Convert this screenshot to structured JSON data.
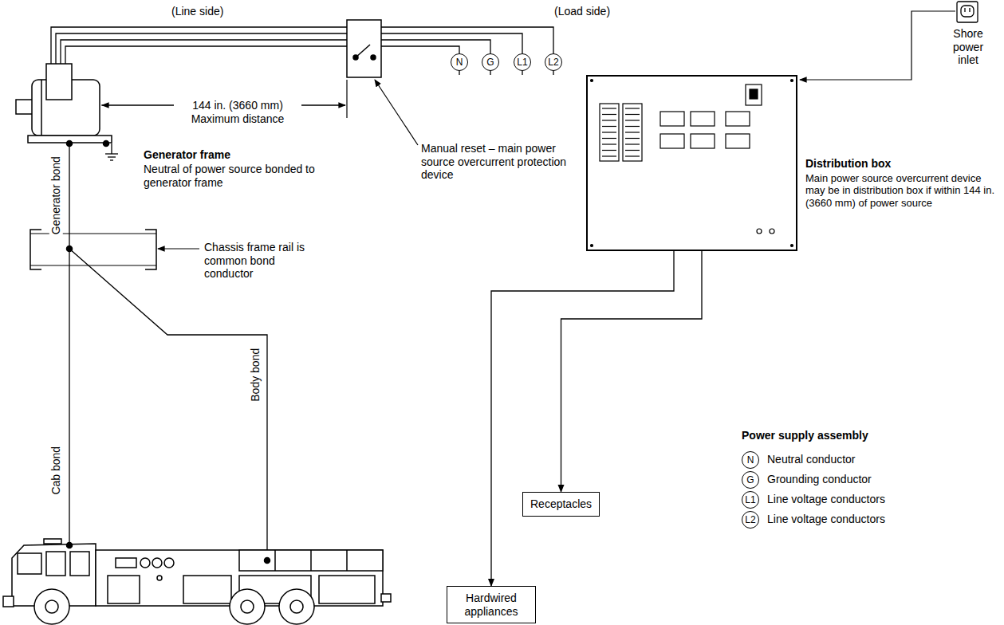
{
  "diagram": {
    "nodes": [
      {
        "text": [
          "N"
        ]
      },
      {
        "text": [
          "G"
        ]
      },
      {
        "text": [
          "L1"
        ]
      },
      {
        "text": [
          "L2"
        ]
      },
      {
        "text": [
          "Distribution box",
          "Main power source overcurrent device may be in distribution box if within 144 in. (3660 mm) of power source"
        ]
      },
      {
        "text": [
          "Receptacles"
        ]
      },
      {
        "text": [
          "Hardwired appliances"
        ]
      }
    ],
    "edges": [
      {
        "from": 0,
        "to": 4,
        "arrow": "none"
      },
      {
        "from": 1,
        "to": 4,
        "arrow": "none"
      },
      {
        "from": 2,
        "to": 4,
        "arrow": "none"
      },
      {
        "from": 3,
        "to": 4,
        "arrow": "none"
      },
      {
        "from": 4,
        "to": 5,
        "arrow": "to"
      },
      {
        "from": 4,
        "to": 6,
        "arrow": "to"
      }
    ],
    "labels": [
      "(Line side)",
      "(Load side)",
      "Shore power inlet",
      "144 in. (3660 mm) Maximum distance",
      "Manual reset – main power source overcurrent protection device",
      "Generator frame",
      "Neutral of power source bonded to generator frame",
      "Generator bond",
      "Chassis frame rail is common bond conductor",
      "Cab bond",
      "Body bond",
      "Power supply assembly",
      "N",
      "G",
      "L1",
      "L2"
    ],
    "legend": [
      {
        "text": "Neutral conductor"
      },
      {
        "text": "Grounding conductor"
      },
      {
        "text": "Line voltage conductors"
      },
      {
        "text": "Line voltage conductors"
      }
    ]
  }
}
